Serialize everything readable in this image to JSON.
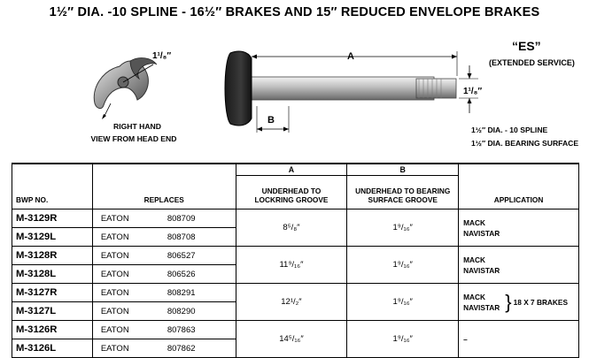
{
  "title": "1½″ DIA. -10 SPLINE - 16½″  BRAKES AND 15″ REDUCED ENVELOPE BRAKES",
  "diagram": {
    "dim_head": "1¹/₈″",
    "caption_line1": "RIGHT HAND",
    "caption_line2": "VIEW FROM HEAD END",
    "label_a": "A",
    "label_b": "B",
    "dim_end": "1¹/₈″",
    "es_title": "“ES”",
    "es_sub": "(EXTENDED SERVICE)",
    "spec1": "1½″ DIA. - 10 SPLINE",
    "spec2": "1½″ DIA. BEARING SURFACE"
  },
  "table": {
    "group_a": "A",
    "group_b": "B",
    "col_bwp": "BWP NO.",
    "col_replaces": "REPLACES",
    "col_a": [
      "UNDERHEAD TO",
      "LOCKRING GROOVE"
    ],
    "col_b": [
      "UNDERHEAD TO BEARING",
      "SURFACE GROOVE"
    ],
    "col_app": "APPLICATION",
    "rows": [
      {
        "bwp": "M-3129R",
        "mfr": "EATON",
        "part": "808709"
      },
      {
        "bwp": "M-3129L",
        "mfr": "EATON",
        "part": "808708"
      },
      {
        "bwp": "M-3128R",
        "mfr": "EATON",
        "part": "806527"
      },
      {
        "bwp": "M-3128L",
        "mfr": "EATON",
        "part": "806526"
      },
      {
        "bwp": "M-3127R",
        "mfr": "EATON",
        "part": "808291"
      },
      {
        "bwp": "M-3127L",
        "mfr": "EATON",
        "part": "808290"
      },
      {
        "bwp": "M-3126R",
        "mfr": "EATON",
        "part": "807863"
      },
      {
        "bwp": "M-3126L",
        "mfr": "EATON",
        "part": "807862"
      }
    ],
    "groups": [
      {
        "a": "8⁵/₈″",
        "b": "1⁹/₁₆″",
        "app1": "MACK",
        "app2": "NAVISTAR",
        "note": ""
      },
      {
        "a": "11⁹/₁₆″",
        "b": "1⁹/₁₆″",
        "app1": "MACK",
        "app2": "NAVISTAR",
        "note": ""
      },
      {
        "a": "12¹/₂″",
        "b": "1⁹/₁₆″",
        "app1": "MACK",
        "app2": "NAVISTAR",
        "note": "18 X 7 BRAKES"
      },
      {
        "a": "14⁵/₁₆″",
        "b": "1⁹/₁₆″",
        "app1": "–",
        "app2": "",
        "note": ""
      }
    ]
  }
}
